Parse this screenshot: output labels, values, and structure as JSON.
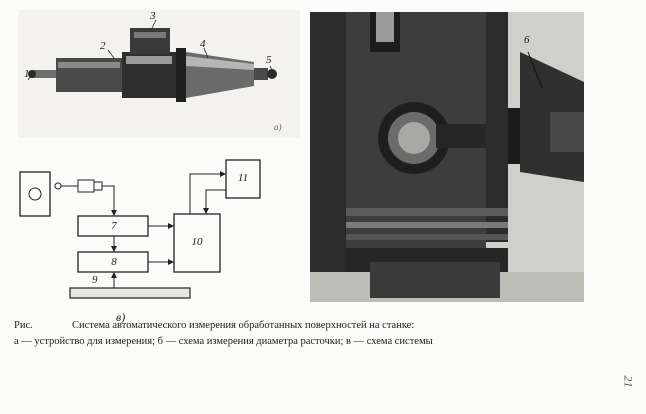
{
  "figure": {
    "panel_a": {
      "labels": [
        "1",
        "2",
        "3",
        "4",
        "5"
      ],
      "small_tag": "а)"
    },
    "panel_b": {
      "label": "6"
    },
    "panel_v": {
      "blocks": [
        "7",
        "8",
        "10",
        "11"
      ],
      "scale_label": "9",
      "tag": "в)"
    }
  },
  "caption": {
    "prefix": "Рис.",
    "title": "Система автоматического измерения обработанных поверхностей на станке:",
    "line2": "а — устройство для измерения; б — схема измерения диаметра расточки; в — схема системы"
  },
  "page_number": "21"
}
